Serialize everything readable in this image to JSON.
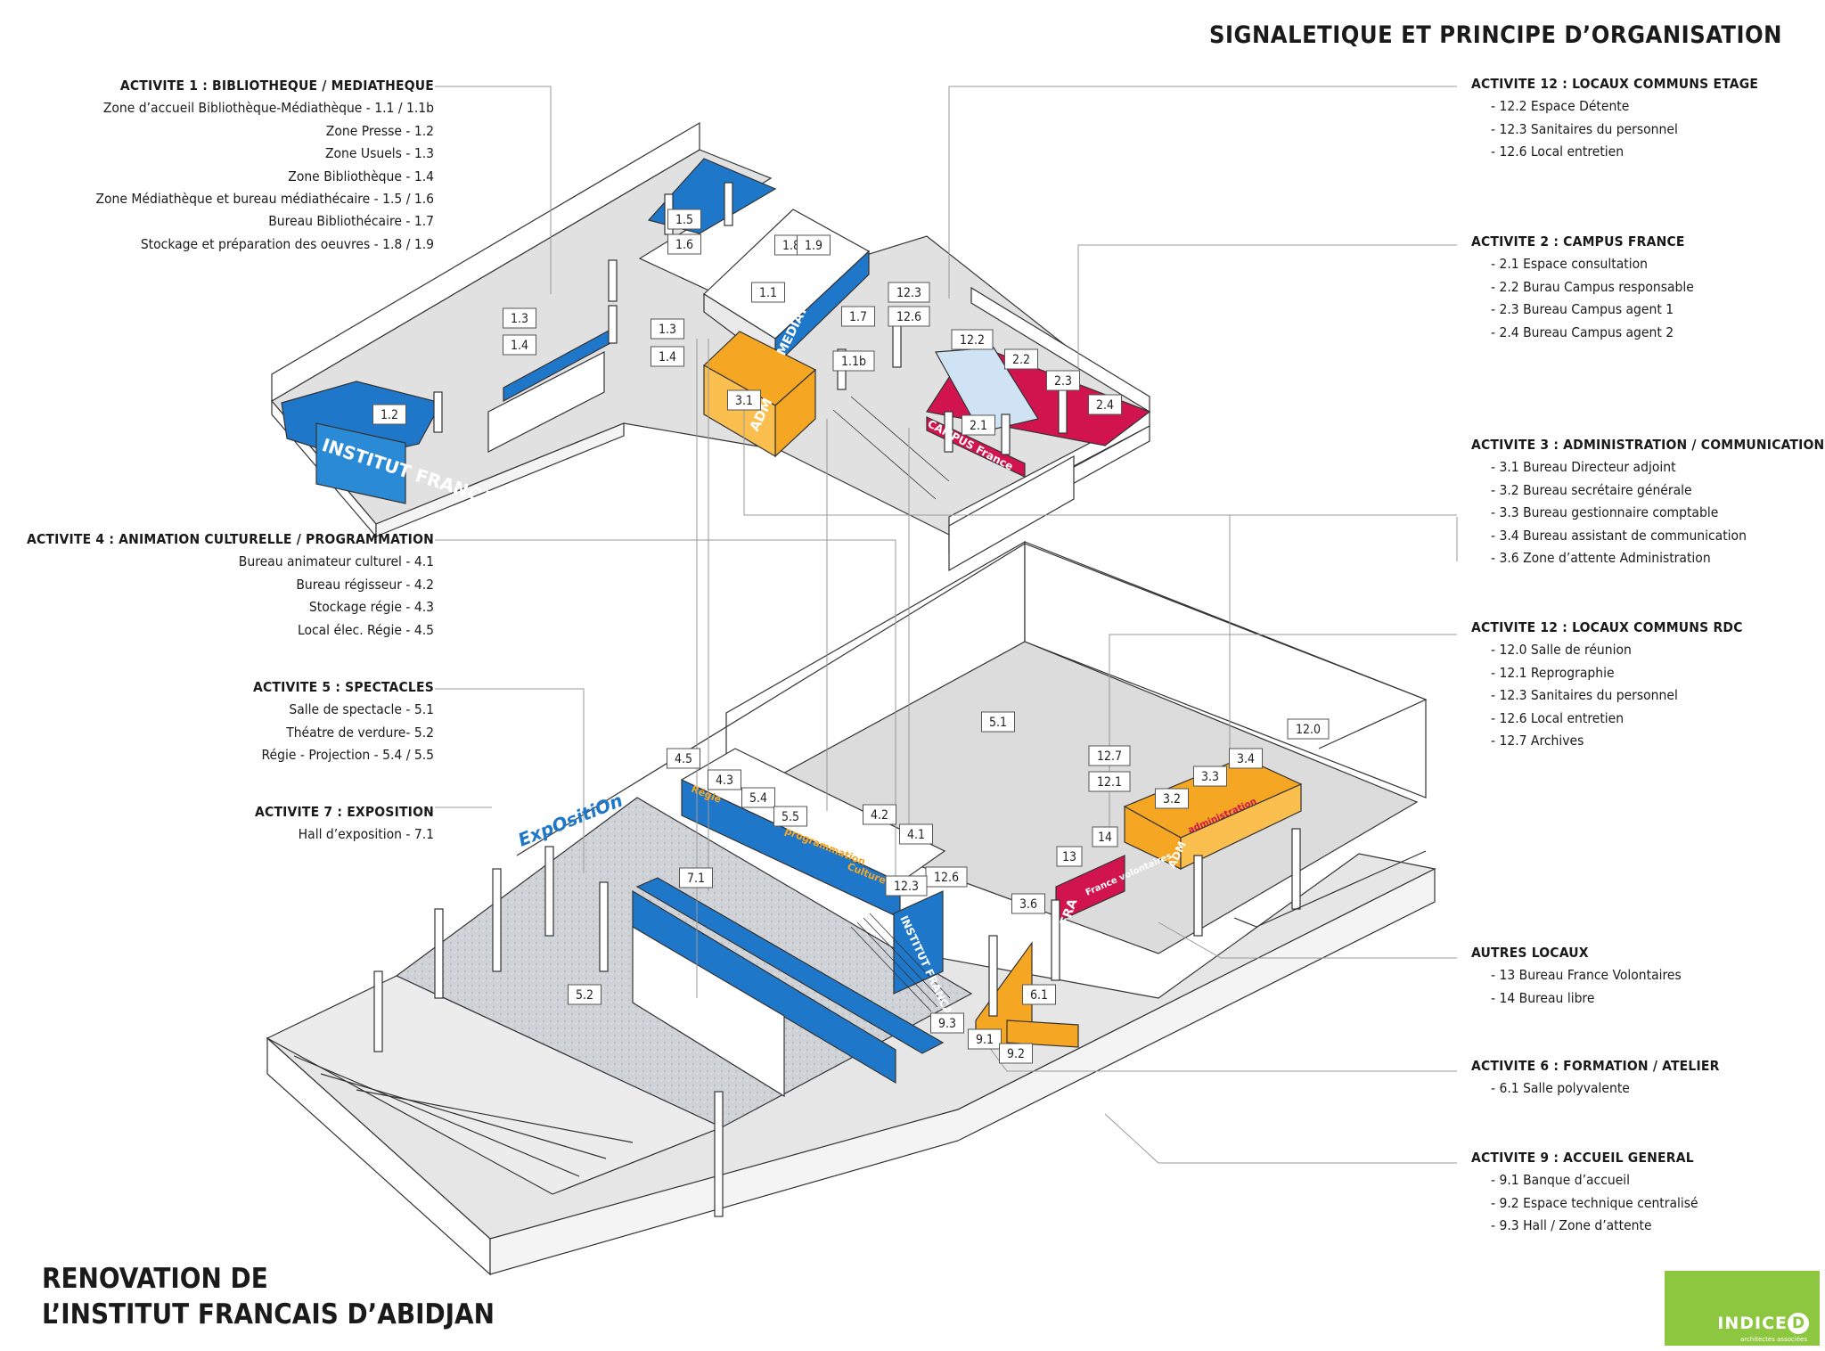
{
  "title_top": "SIGNALETIQUE ET PRINCIPE D’ORGANISATION",
  "title_bottom": [
    "RENOVATION DE",
    "L’INSTITUT FRANCAIS D’ABIDJAN"
  ],
  "logo": {
    "name": "INDICE",
    "letter": "D",
    "tagline": "architectes associées",
    "color": "#8dc63f"
  },
  "colors": {
    "blue": "#1f77c9",
    "red": "#d1144e",
    "orange": "#f5a623",
    "floor": "#dadada",
    "wall": "#ffffff",
    "ground": "#cfd3d8"
  },
  "left_groups": [
    {
      "heading": "ACTIVITE 1 : BIBLIOTHEQUE / MEDIATHEQUE",
      "items": [
        "Zone d’accueil Bibliothèque-Médiathèque - 1.1 / 1.1b",
        "Zone Presse - 1.2",
        "Zone Usuels - 1.3",
        "Zone Bibliothèque - 1.4",
        "Zone Médiathèque  et bureau médiathécaire - 1.5 / 1.6",
        "Bureau Bibliothécaire - 1.7",
        "Stockage et préparation des oeuvres - 1.8  / 1.9"
      ]
    },
    {
      "heading": "ACTIVITE 4 : ANIMATION CULTURELLE / PROGRAMMATION",
      "items": [
        "Bureau animateur culturel - 4.1",
        "Bureau régisseur - 4.2",
        "Stockage régie - 4.3",
        "Local élec. Régie - 4.5"
      ]
    },
    {
      "heading": "ACTIVITE 5 : SPECTACLES",
      "items": [
        "Salle de spectacle - 5.1",
        "Théatre de verdure- 5.2",
        "Régie - Projection - 5.4 / 5.5"
      ]
    },
    {
      "heading": "ACTIVITE 7 : EXPOSITION",
      "items": [
        "Hall d’exposition - 7.1"
      ]
    }
  ],
  "right_groups": [
    {
      "heading": "ACTIVITE 12 : LOCAUX COMMUNS ETAGE",
      "items": [
        "12.2 Espace Détente",
        "12.3 Sanitaires du personnel",
        "12.6 Local entretien"
      ]
    },
    {
      "heading": "ACTIVITE 2 : CAMPUS FRANCE",
      "items": [
        "2.1 Espace consultation",
        "2.2 Burau Campus responsable",
        "2.3 Bureau Campus agent 1",
        "2.4 Bureau Campus agent 2"
      ]
    },
    {
      "heading": "ACTIVITE 3 : ADMINISTRATION / COMMUNICATION",
      "items": [
        "3.1 Bureau Directeur adjoint",
        "3.2 Bureau secrétaire générale",
        "3.3 Bureau gestionnaire comptable",
        "3.4 Bureau assistant de communication",
        "3.6 Zone d’attente Administration"
      ]
    },
    {
      "heading": "ACTIVITE 12 : LOCAUX COMMUNS RDC",
      "items": [
        "12.0 Salle de réunion",
        "12.1 Reprographie",
        "12.3 Sanitaires du personnel",
        "12.6 Local entretien",
        "12.7 Archives"
      ]
    },
    {
      "heading": "AUTRES LOCAUX",
      "items": [
        "13 Bureau France Volontaires",
        "14 Bureau libre"
      ]
    },
    {
      "heading": "ACTIVITE 6 : FORMATION / ATELIER",
      "items": [
        "6.1 Salle polyvalente"
      ]
    },
    {
      "heading": "ACTIVITE 9 : ACCUEIL GENERAL",
      "items": [
        "9.1 Banque d’accueil",
        "9.2 Espace technique centralisé",
        "9.3 Hall / Zone d’attente"
      ]
    }
  ],
  "room_tags": {
    "upper": [
      "1.5",
      "1.6",
      "1.8",
      "1.9",
      "1.1",
      "1.7",
      "1.3",
      "1.4",
      "1.3",
      "1.4",
      "1.1b",
      "3.1",
      "1.2",
      "12.3",
      "12.6",
      "12.2",
      "2.2",
      "2.3",
      "2.4",
      "2.1"
    ],
    "lower": [
      "5.1",
      "12.0",
      "12.7",
      "12.1",
      "3.4",
      "3.3",
      "3.2",
      "14",
      "13",
      "4.5",
      "4.3",
      "5.4",
      "5.5",
      "4.2",
      "4.1",
      "12.6",
      "12.3",
      "3.6",
      "7.1",
      "6.1",
      "5.2",
      "9.3",
      "9.1",
      "9.2"
    ]
  },
  "signage": [
    "INSTITUT FRANCAIS",
    "MEDIATHEQUE",
    "ADM",
    "CAMPUS France",
    "ExpOsitiOn",
    "INSTITUT FRANCAIS",
    "Régie",
    "programmation",
    "Culture",
    "FRA",
    "France volontaires",
    "ADM",
    "administration"
  ]
}
